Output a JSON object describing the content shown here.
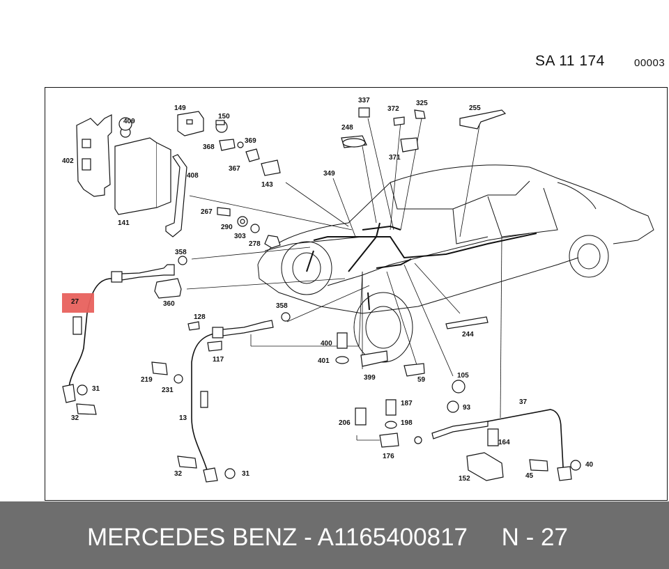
{
  "header": {
    "ref_code": "SA 11 174",
    "ref_suffix": "00003"
  },
  "highlight": {
    "part": "27",
    "color": "#e8615d"
  },
  "callouts": [
    "409",
    "402",
    "149",
    "150",
    "368",
    "369",
    "367",
    "141",
    "408",
    "143",
    "267",
    "290",
    "303",
    "278",
    "358",
    "360",
    "337",
    "372",
    "325",
    "255",
    "248",
    "371",
    "349",
    "128",
    "117",
    "13",
    "32",
    "31",
    "219",
    "231",
    "400",
    "401",
    "399",
    "59",
    "105",
    "93",
    "187",
    "206",
    "198",
    "176",
    "244",
    "37",
    "164",
    "152",
    "45",
    "40"
  ],
  "footer": {
    "brand": "MERCEDES BENZ",
    "separator": " - ",
    "part_number": "A1165400817",
    "position": "N - 27",
    "text": "MERCEDES BENZ - A1165400817     N - 27",
    "bg_color": "#6e6e6e"
  }
}
